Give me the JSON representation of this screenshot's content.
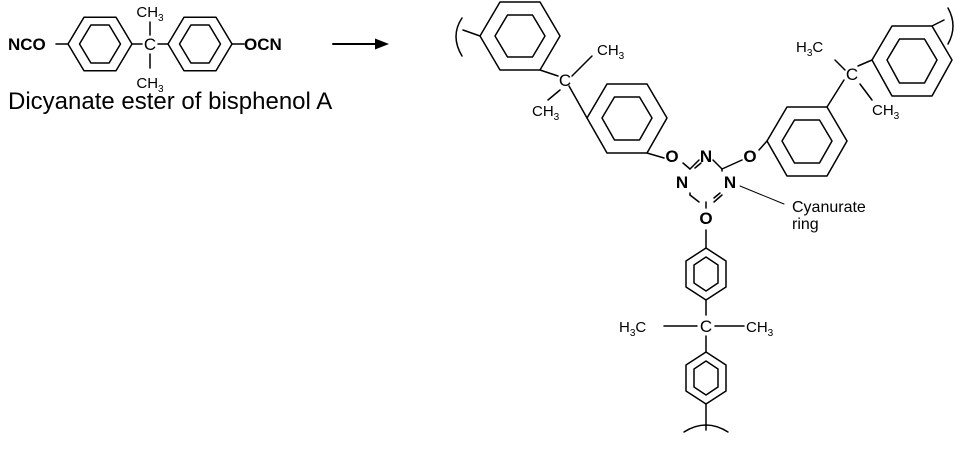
{
  "reactant": {
    "caption": "Dicyanate ester of bisphenol A",
    "left_end_group": "NCO",
    "right_end_group": "OCN",
    "methyl_group": "CH",
    "methyl_subscript": "3",
    "quaternary_carbon": "C"
  },
  "product": {
    "oxygen": "O",
    "ring_nitrogen": "N",
    "quaternary_carbon": "C",
    "methyl_left_prefix": "H",
    "methyl_left_suffix": "C",
    "methyl_right": "CH",
    "methyl_subscript": "3",
    "annotation_line1": "Cyanurate",
    "annotation_line2": "ring"
  },
  "colors": {
    "ink": "#000000",
    "background": "#ffffff"
  },
  "icons": {
    "reaction_arrow": "right-arrow-icon"
  }
}
